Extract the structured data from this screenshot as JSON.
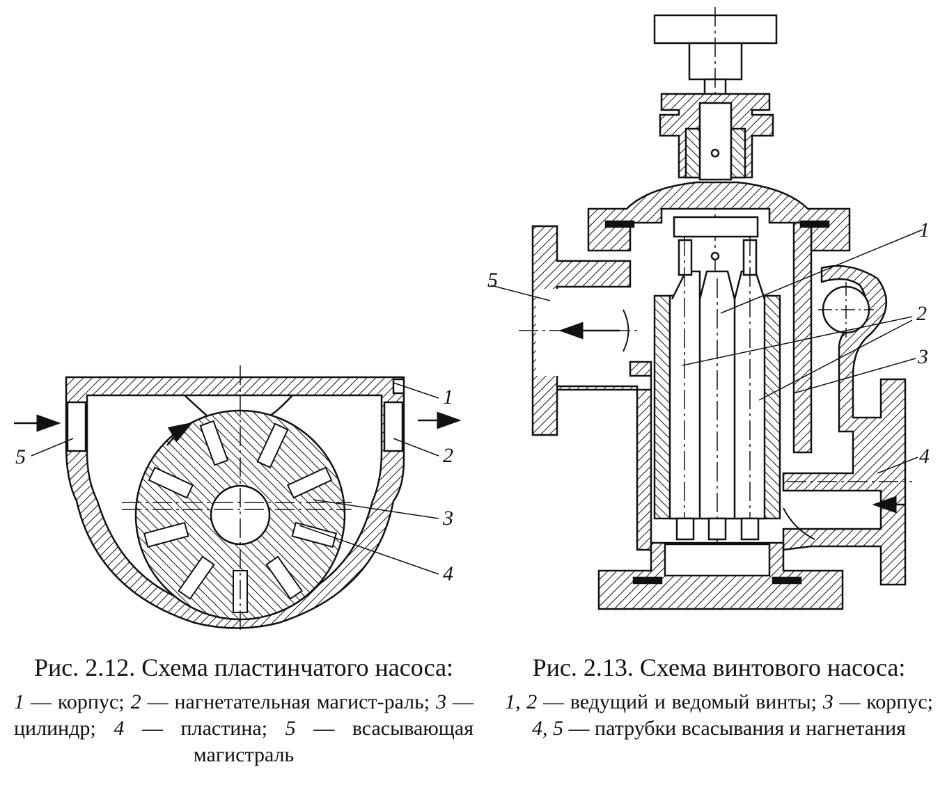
{
  "figure_left": {
    "labels": {
      "l1": "1",
      "l2": "2",
      "l3": "3",
      "l4": "4",
      "l5": "5"
    },
    "title": "Рис. 2.12. Схема пластинчатого насоса:",
    "legend": {
      "n1": "1",
      "t1": " — корпус; ",
      "n2": "2",
      "t2": " — нагнетательная магист-раль; ",
      "n3": "3",
      "t3": " — цилиндр; ",
      "n4": "4",
      "t4": " — пластина; ",
      "n5": "5",
      "t5": " — всасывающая магистраль"
    }
  },
  "figure_right": {
    "labels": {
      "l1": "1",
      "l2": "2",
      "l3": "3",
      "l4": "4",
      "l5": "5"
    },
    "title": "Рис. 2.13. Схема винтового насоса:",
    "legend": {
      "n12": "1, 2",
      "t12": " — ведущий и ведомый винты; ",
      "n3": "3",
      "t3": " — корпус; ",
      "n45": "4, 5",
      "t45": " — патрубки всасывания и нагнетания"
    }
  }
}
